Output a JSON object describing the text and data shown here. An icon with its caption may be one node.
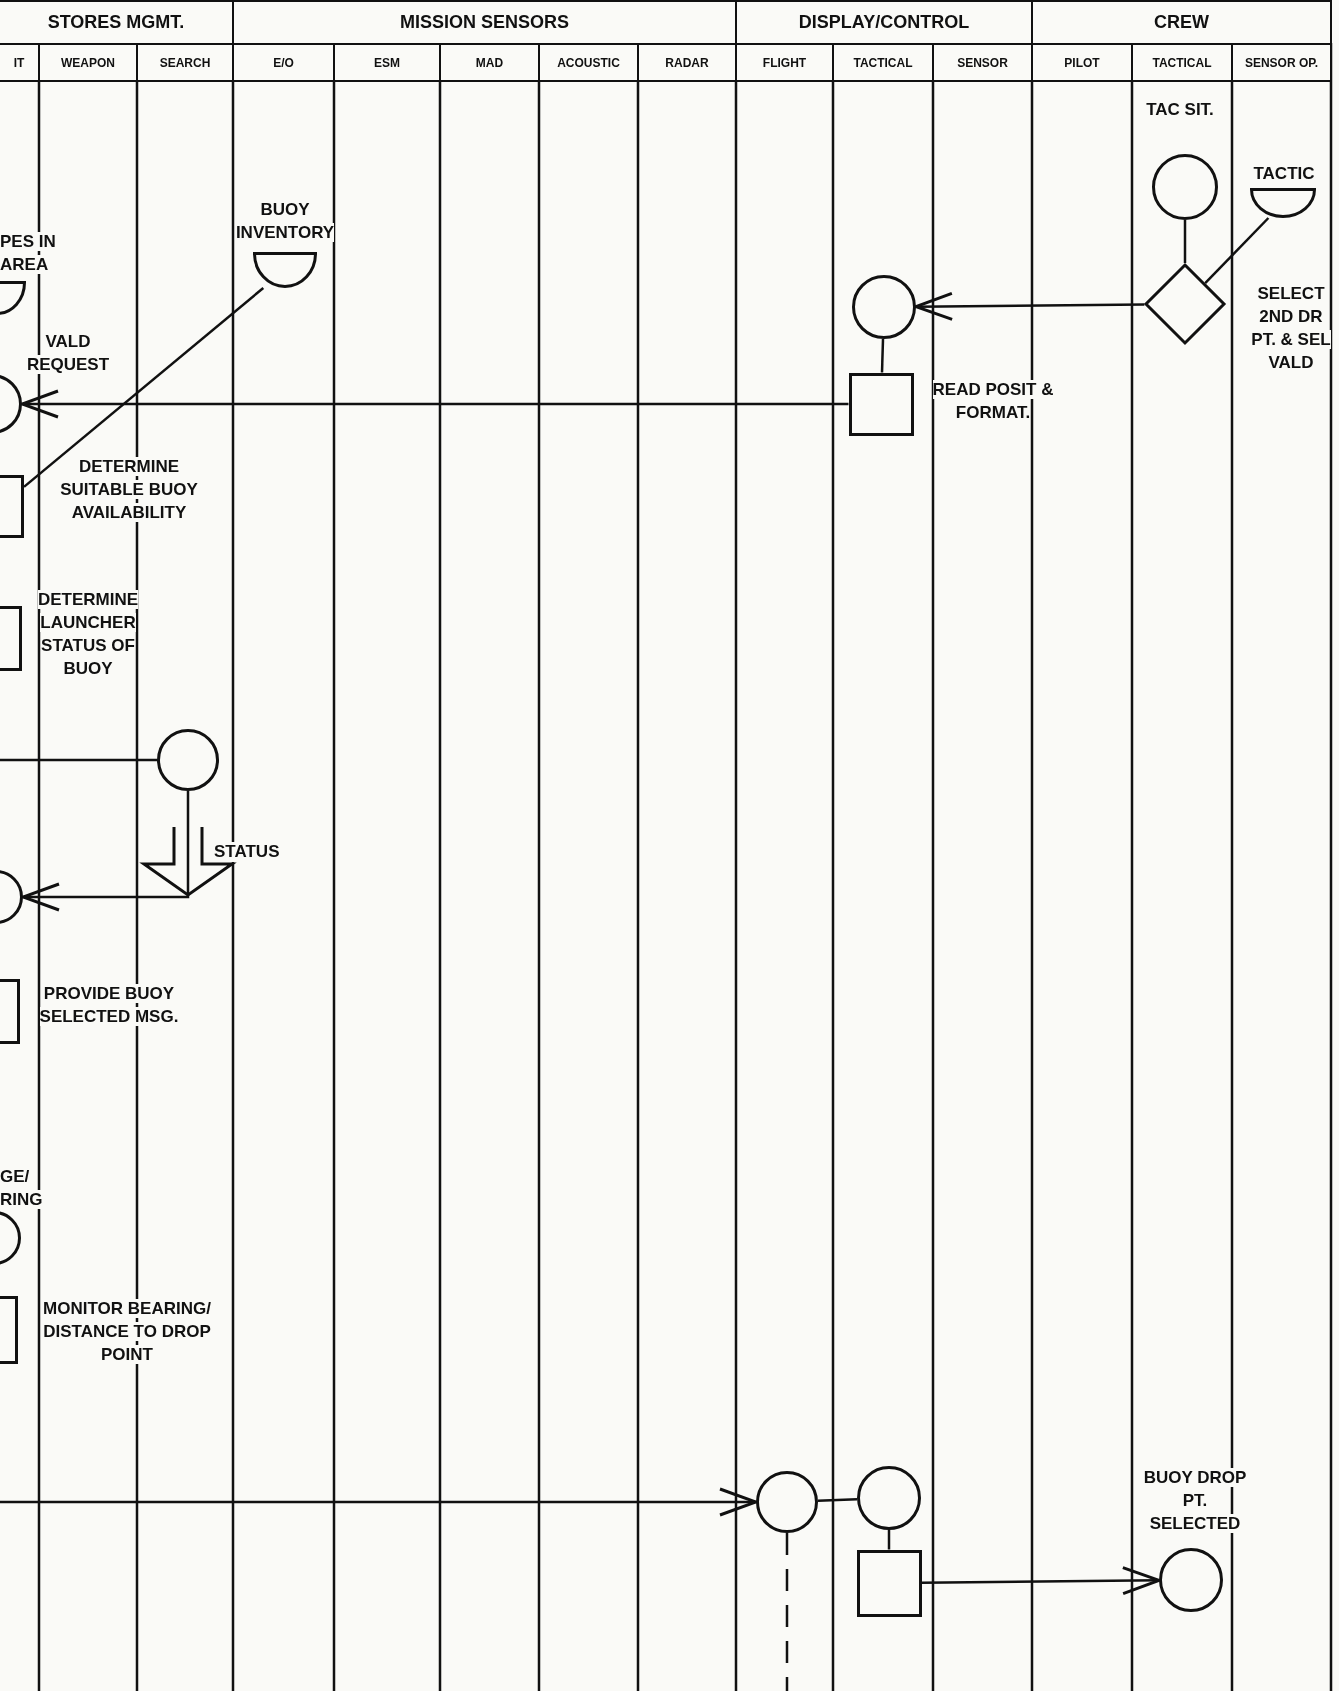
{
  "diagram": {
    "nodes": [
      {
        "text": [
          "TAC SIT."
        ]
      },
      {
        "text": [
          "TACTIC"
        ]
      },
      {
        "text": [
          "BUOY INVENTORY"
        ]
      },
      {
        "text": [
          "PES IN AREA"
        ]
      },
      {
        "text": [],
        "shape": "diamond",
        "beside": [
          "SELECT 2ND DR PT. & SEL VALD"
        ]
      },
      {
        "text": [],
        "shape": "circle"
      },
      {
        "text": [
          "VALD REQUEST"
        ]
      },
      {
        "text": [
          "READ POSIT & FORMAT."
        ]
      },
      {
        "text": [
          "DETERMINE SUITABLE BUOY AVAILABILITY"
        ]
      },
      {
        "text": [
          "DETERMINE LAUNCHER STATUS OF BUOY"
        ]
      },
      {
        "text": [],
        "shape": "circle"
      },
      {
        "text": [],
        "shape": "circle"
      },
      {
        "text": [
          "PROVIDE BUOY SELECTED MSG."
        ]
      },
      {
        "text": [
          "GE/ RING"
        ]
      },
      {
        "text": [
          "MONITOR BEARING/ DISTANCE TO DROP POINT"
        ]
      },
      {
        "text": [],
        "shape": "circle"
      },
      {
        "text": [],
        "shape": "circle"
      },
      {
        "text": [],
        "shape": "box"
      },
      {
        "text": [
          "BUOY DROP PT. SELECTED"
        ]
      }
    ],
    "edges": [
      {
        "from": 0,
        "to": 4,
        "arrow": "none"
      },
      {
        "from": 1,
        "to": 4,
        "arrow": "none"
      },
      {
        "from": 4,
        "to": 5,
        "arrow": "to"
      },
      {
        "from": 5,
        "to": 7,
        "arrow": "none"
      },
      {
        "from": 7,
        "to": 6,
        "arrow": "to"
      },
      {
        "from": 2,
        "to": 8,
        "arrow": "none"
      },
      {
        "from": null,
        "to": 10,
        "arrow": "none"
      },
      {
        "from": 10,
        "to": 11,
        "arrow": "to",
        "label": "STATUS"
      },
      {
        "from": null,
        "to": 15,
        "arrow": "to"
      },
      {
        "from": 15,
        "to": 16,
        "arrow": "none"
      },
      {
        "from": 15,
        "to": null,
        "arrow": "none",
        "style": "dashed"
      },
      {
        "from": 16,
        "to": 17,
        "arrow": "none"
      },
      {
        "from": 17,
        "to": 18,
        "arrow": "to"
      }
    ],
    "labels": [
      "STORES MGMT.",
      "MISSION SENSORS",
      "DISPLAY/CONTROL",
      "CREW",
      "IT",
      "WEAPON",
      "SEARCH",
      "E/O",
      "ESM",
      "MAD",
      "ACOUSTIC",
      "RADAR",
      "FLIGHT",
      "TACTICAL",
      "SENSOR",
      "PILOT",
      "TACTICAL",
      "SENSOR OP."
    ]
  }
}
